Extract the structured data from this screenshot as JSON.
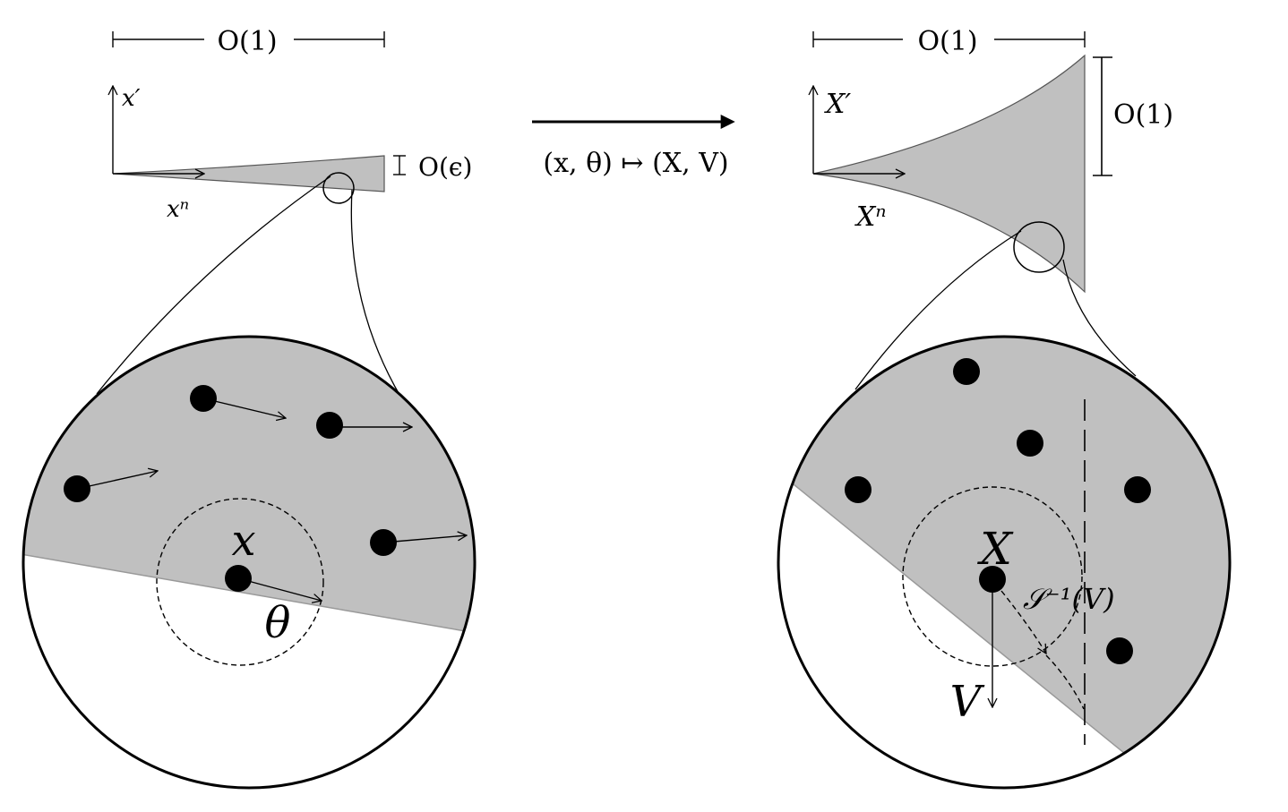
{
  "colors": {
    "shade": "#c0c0c0",
    "edge": "#555555",
    "ink": "#000000"
  },
  "left": {
    "top_scale_label": "O(1)",
    "axis_up_label": "x′",
    "axis_right_label": "xⁿ",
    "thickness_label": "O(ϵ)",
    "center_point_label": "x",
    "velocity_label": "θ"
  },
  "transform": {
    "label": "(x, θ) ↦ (X, V)"
  },
  "right": {
    "top_scale_label": "O(1)",
    "height_scale_label": "O(1)",
    "axis_up_label": "X′",
    "axis_right_label": "Xⁿ",
    "center_point_label": "X",
    "velocity_label": "V",
    "inverse_label": "𝒮⁻¹(V)"
  }
}
